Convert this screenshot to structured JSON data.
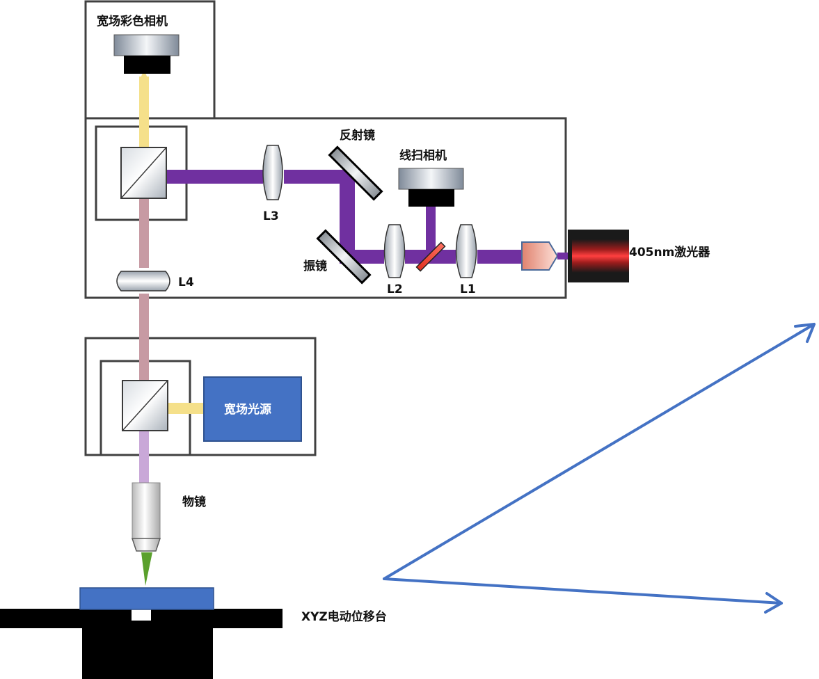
{
  "labels": {
    "widefield_color_camera": "宽场彩色相机",
    "mirror": "反射镜",
    "line_scan_camera": "线扫相机",
    "galvo": "振镜",
    "laser": "405nm激光器",
    "lens_l1": "L1",
    "lens_l2": "L2",
    "lens_l3": "L3",
    "lens_l4": "L4",
    "widefield_light_source": "宽场光源",
    "objective": "物镜",
    "xyz_stage": "XYZ电动位移台"
  },
  "colors": {
    "laser_beam": "#7030a0",
    "widefield_beam": "#f5e08a",
    "combined_beam": "#c79aa3",
    "lower_beam": "#c9a8d8",
    "light_source_fill": "#4472c4",
    "arrow": "#4472c4",
    "focus_cone": "#5aa02c",
    "frame": "#404040"
  },
  "icons": {
    "objective": "objective-icon",
    "laser": "laser-icon",
    "camera": "camera-icon",
    "beam_splitter": "beam-splitter-icon",
    "lens": "lens-icon",
    "mirror": "mirror-icon",
    "stage": "stage-icon",
    "arrow": "arrow-icon"
  }
}
